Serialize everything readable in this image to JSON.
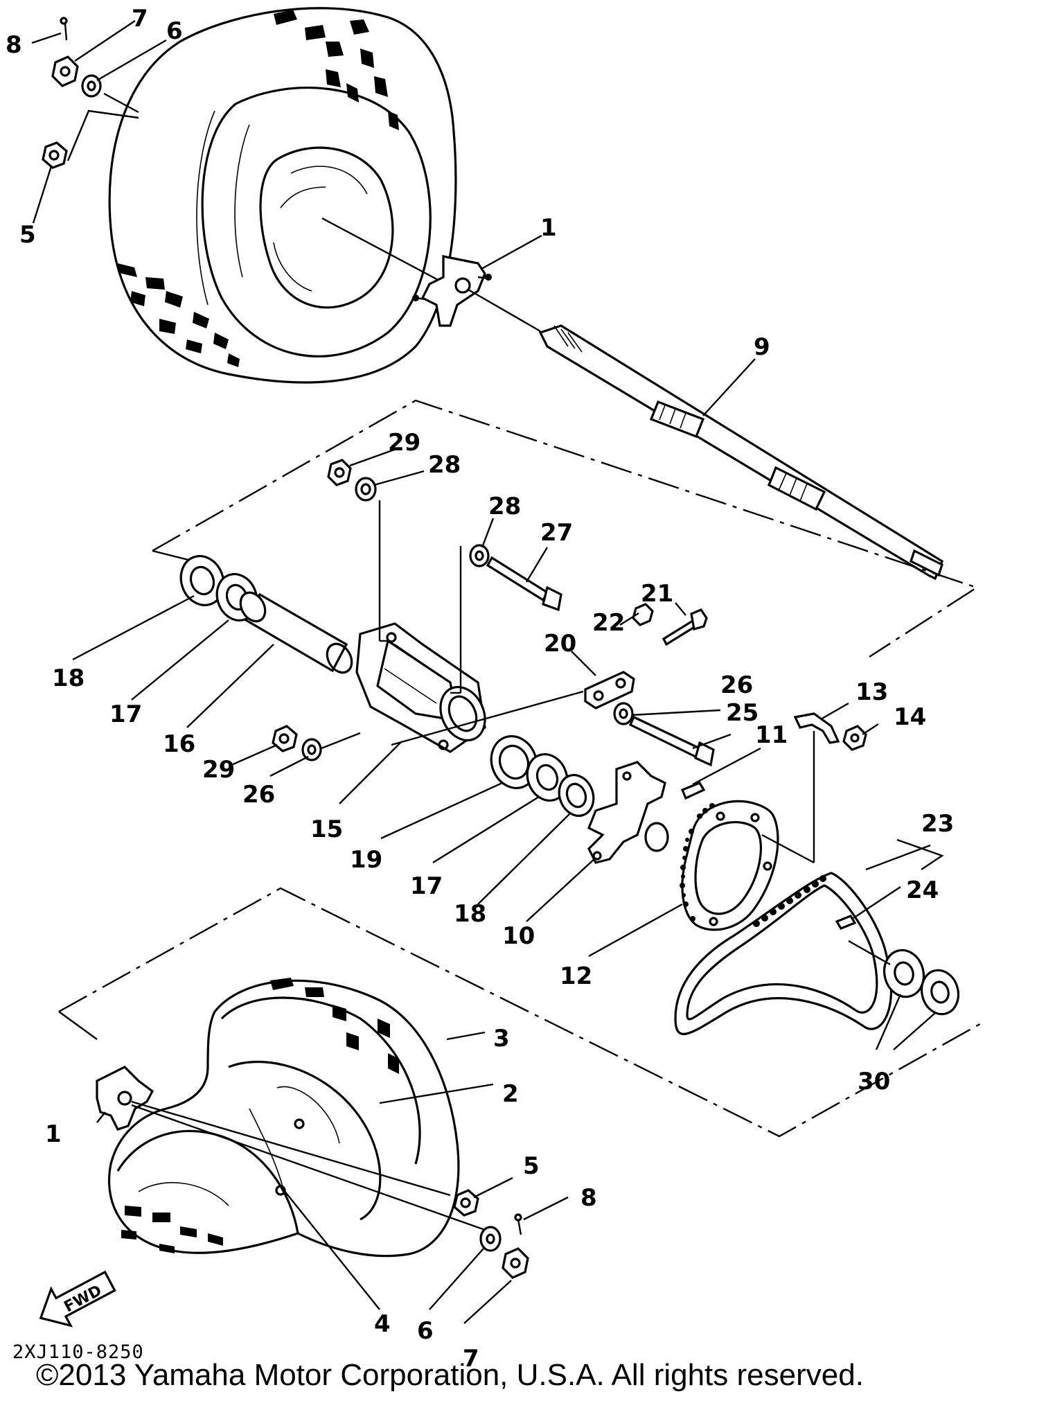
{
  "diagram_code": "2XJ110-8250",
  "copyright": "©2013 Yamaha Motor Corporation, U.S.A. All rights reserved.",
  "fwd_label": "FWD",
  "labels": {
    "l1a": "1",
    "l1b": "1",
    "l2": "2",
    "l3": "3",
    "l4": "4",
    "l5a": "5",
    "l5b": "5",
    "l6a": "6",
    "l6b": "6",
    "l7a": "7",
    "l7b": "7",
    "l8a": "8",
    "l8b": "8",
    "l9": "9",
    "l10": "10",
    "l11": "11",
    "l12": "12",
    "l13": "13",
    "l14": "14",
    "l15": "15",
    "l16": "16",
    "l17a": "17",
    "l17b": "17",
    "l18a": "18",
    "l18b": "18",
    "l19": "19",
    "l20": "20",
    "l21": "21",
    "l22": "22",
    "l23": "23",
    "l24": "24",
    "l25": "25",
    "l26a": "26",
    "l26b": "26",
    "l27": "27",
    "l28a": "28",
    "l28b": "28",
    "l29a": "29",
    "l29b": "29",
    "l30": "30"
  }
}
